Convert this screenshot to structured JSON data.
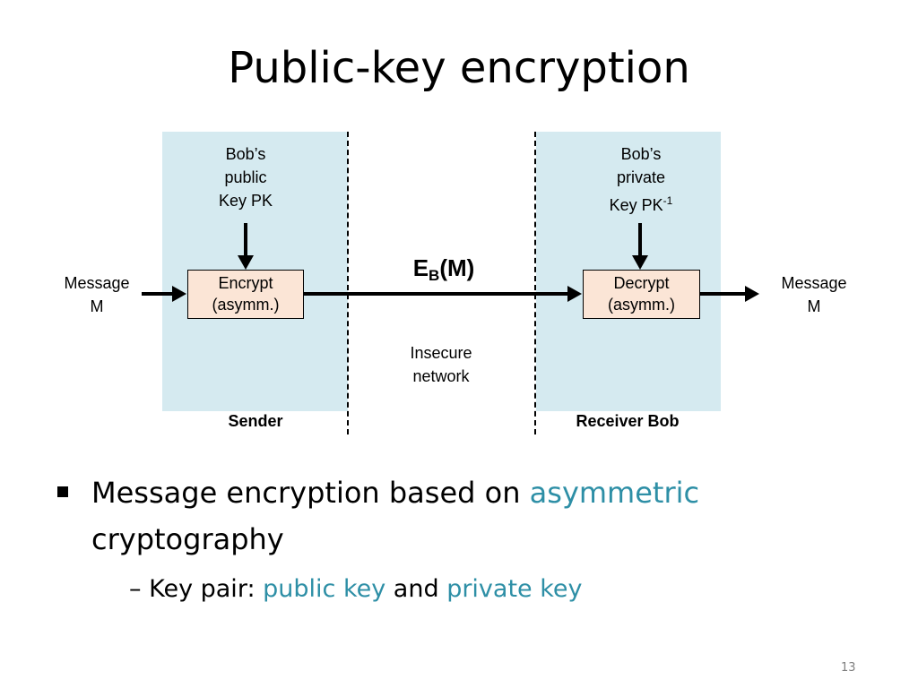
{
  "slide": {
    "title": "Public-key encryption",
    "page_number": "13"
  },
  "diagram": {
    "sender_key": [
      "Bob’s",
      "public",
      "Key PK"
    ],
    "receiver_key": [
      "Bob’s",
      "private",
      "Key PK"
    ],
    "receiver_key_superscript": "-1",
    "message_in": [
      "Message",
      "M"
    ],
    "message_out": [
      "Message",
      "M"
    ],
    "encrypt_box": [
      "Encrypt",
      "(asymm.)"
    ],
    "decrypt_box": [
      "Decrypt",
      "(asymm.)"
    ],
    "ciphertext": {
      "base": "E",
      "subscript": "B",
      "rest": "(M)"
    },
    "network": [
      "Insecure",
      "network"
    ],
    "sender_label": "Sender",
    "receiver_label": "Receiver Bob",
    "colors": {
      "zone_fill": "#d5eaf0",
      "box_fill": "#fbe5d6",
      "accent": "#2e8fa6"
    }
  },
  "bullets": {
    "main": {
      "text": "Message encryption based on ",
      "highlight": "asymmetric",
      "rest": "cryptography"
    },
    "sub": {
      "dash": "–",
      "prefix": "Key pair: ",
      "highlight1": "public key",
      "middle": " and ",
      "highlight2": "private key"
    }
  }
}
